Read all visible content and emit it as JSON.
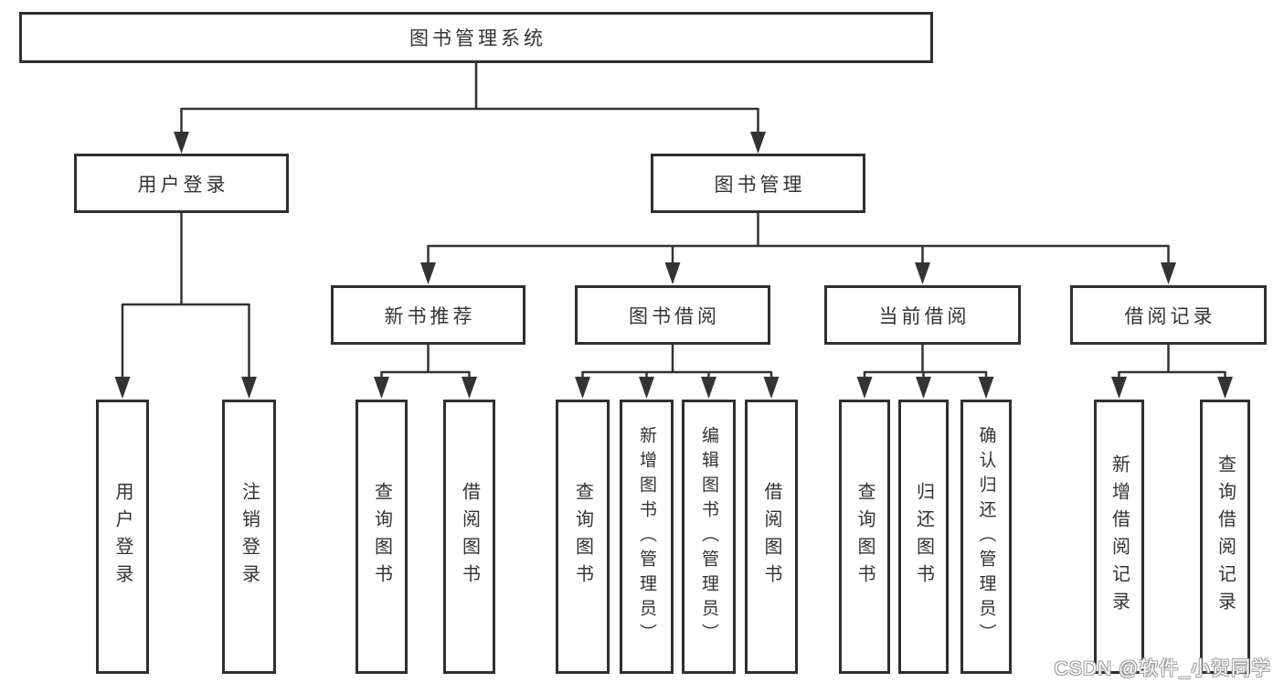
{
  "nodes": {
    "root": "图书管理系统",
    "user_login": "用户登录",
    "book_management": "图书管理",
    "new_book_recommend": "新书推荐",
    "book_borrow": "图书借阅",
    "current_borrow": "当前借阅",
    "borrow_record": "借阅记录",
    "leaf_user_login": "用户登录",
    "leaf_logout": "注销登录",
    "leaf_nr_query": "查询图书",
    "leaf_nr_borrow": "借阅图书",
    "leaf_bb_query": "查询图书",
    "leaf_bb_add": "新增图书（管理员）",
    "leaf_bb_edit": "编辑图书（管理员）",
    "leaf_bb_borrow": "借阅图书",
    "leaf_cb_query": "查询图书",
    "leaf_cb_return": "归还图书",
    "leaf_cb_confirm": "确认归还（管理员）",
    "leaf_br_add": "新增借阅记录",
    "leaf_br_query": "查询借阅记录"
  },
  "hierarchy": {
    "图书管理系统": {
      "用户登录": [
        "用户登录",
        "注销登录"
      ],
      "图书管理": {
        "新书推荐": [
          "查询图书",
          "借阅图书"
        ],
        "图书借阅": [
          "查询图书",
          "新增图书（管理员）",
          "编辑图书（管理员）",
          "借阅图书"
        ],
        "当前借阅": [
          "查询图书",
          "归还图书",
          "确认归还（管理员）"
        ],
        "借阅记录": [
          "新增借阅记录",
          "查询借阅记录"
        ]
      }
    }
  },
  "watermark": "CSDN @软件_小贺同学",
  "colors": {
    "line": "#333333",
    "box_border": "#2f2f2f",
    "text": "#333333",
    "background": "#ffffff",
    "watermark_fill": "#ffffff",
    "watermark_outline": "#a0a0a0"
  }
}
